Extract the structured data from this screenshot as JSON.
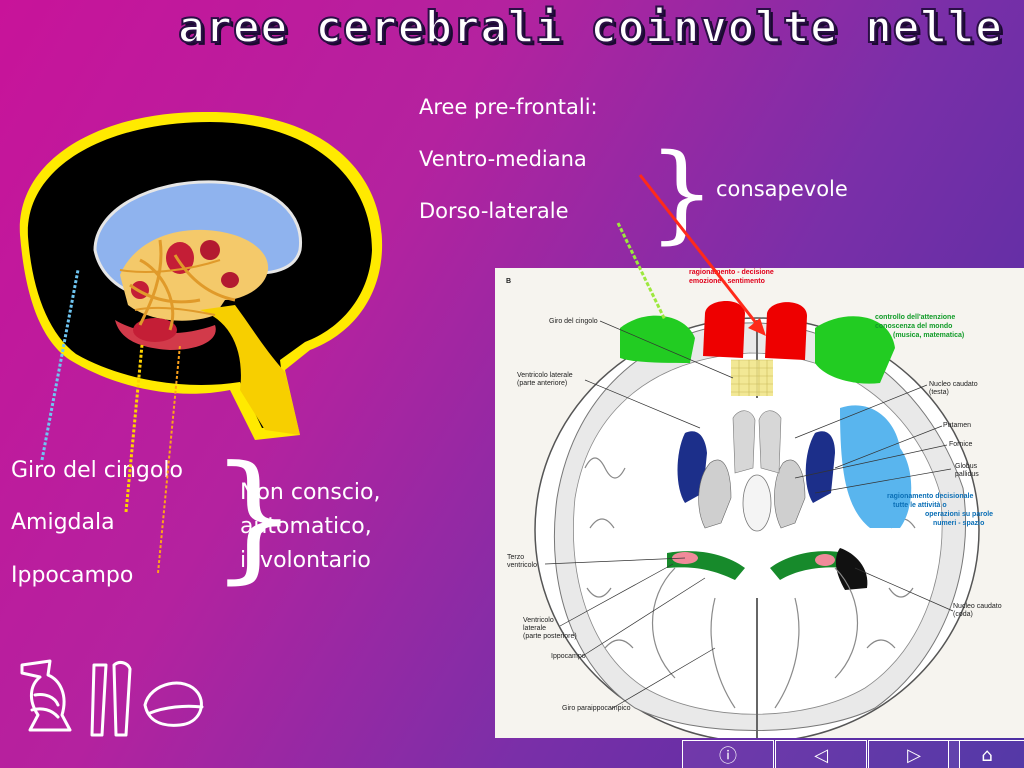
{
  "slide": {
    "title": "aree cerebrali coinvolte nelle emozioni"
  },
  "right_labels": {
    "pre_frontal": "Aree pre-frontali:",
    "ventro": "Ventro-mediana",
    "dorso": "Dorso-laterale",
    "consapevole": "consapevole"
  },
  "left_labels": {
    "giro": "Giro del cingolo",
    "amigdala": "Amigdala",
    "ippocampo": "Ippocampo",
    "description": [
      "Non conscio,",
      "automatico,",
      "involontario"
    ]
  },
  "diagram": {
    "letter": "B",
    "header_red": [
      "ragionamento - decisione",
      "emozione - sentimento"
    ],
    "controllo": [
      "controllo dell'attenzione",
      "conoscenza del mondo",
      "(musica, matematica)"
    ],
    "ragionamento_blue": [
      "ragionamento decisionale",
      "tutte le attività o",
      "operazioni su parole",
      "numeri - spazio"
    ],
    "left_labels": [
      "Giro del cingolo",
      "Ventricolo laterale",
      "(parte anteriore)",
      "Terzo",
      "ventricolo",
      "Ventricolo",
      "laterale",
      "(parte posteriore)",
      "Ippocampo",
      "Giro paraippocampico"
    ],
    "right_labels": [
      "Nucleo caudato",
      "(testa)",
      "Putamen",
      "Fornice",
      "Globus",
      "pallidus",
      "Nucleo caudato",
      "(coda)"
    ]
  },
  "nav": {
    "info_icon": "ⓘ",
    "prev_icon": "◁",
    "next_icon": "▷",
    "home_icon": "⌂"
  },
  "colors": {
    "bg_start": "#c8139a",
    "bg_end": "#4b2fa3",
    "arrow_red": "#ff2a1a",
    "arrow_green": "#9de83d",
    "dot_blue": "#6fc6f2",
    "dot_yellow": "#ffd200",
    "dot_orange": "#ffa31a"
  }
}
